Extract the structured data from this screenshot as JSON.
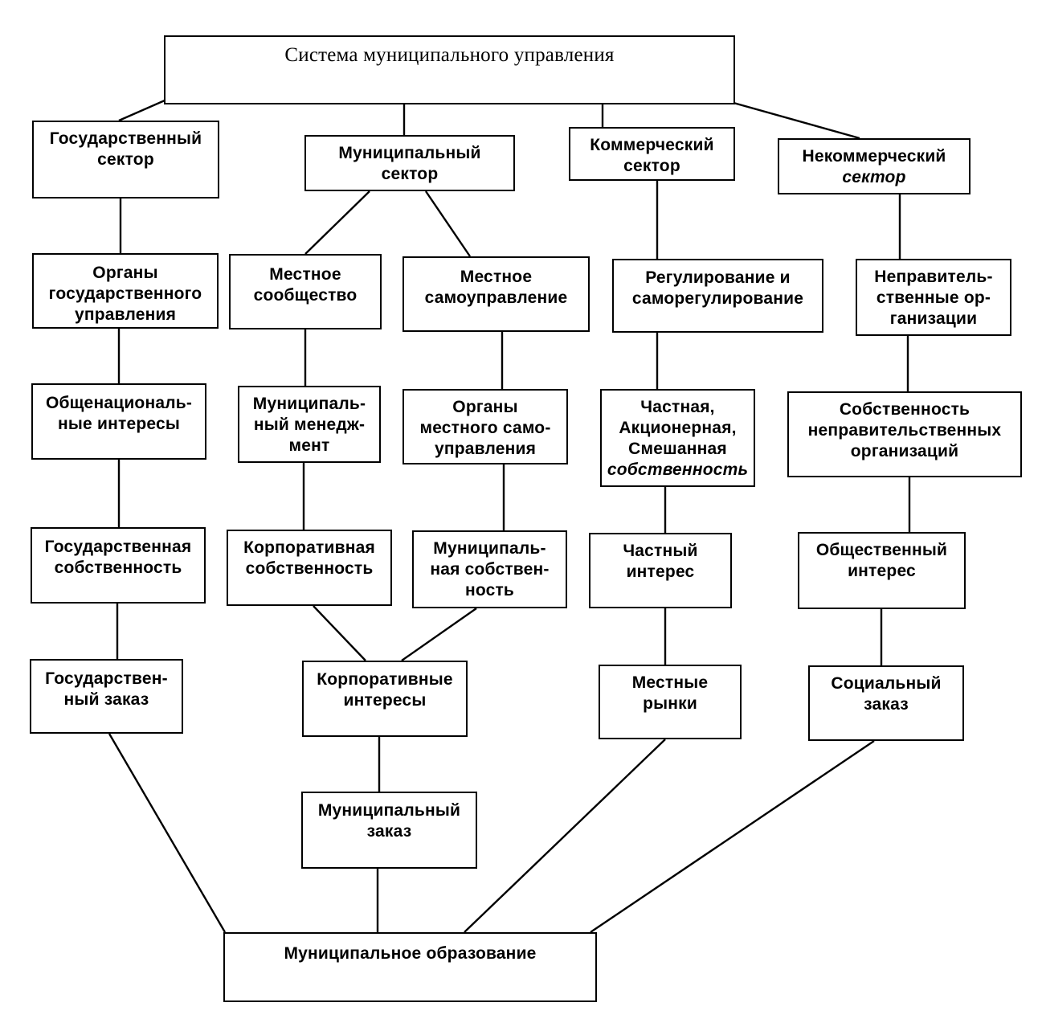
{
  "root": {
    "lines": [
      "Система муниципального управления"
    ]
  },
  "sectors": {
    "state": {
      "lines": [
        "Государственный",
        "сектор"
      ]
    },
    "municipal": {
      "lines": [
        "Муниципальный",
        "сектор"
      ]
    },
    "commercial": {
      "lines": [
        "Коммерческий",
        "сектор"
      ]
    },
    "noncommercial": {
      "lines": [
        "Некоммерческий",
        "сектор"
      ]
    }
  },
  "state_column": {
    "bodies": {
      "lines": [
        "Органы",
        "государственного",
        "управления"
      ]
    },
    "interests": {
      "lines": [
        "Общенациональ-",
        "ные интересы"
      ]
    },
    "property": {
      "lines": [
        "Государственная",
        "собственность"
      ]
    },
    "order": {
      "lines": [
        "Государствен-",
        "ный заказ"
      ]
    }
  },
  "municipal_column": {
    "community": {
      "lines": [
        "Местное",
        "сообщество"
      ]
    },
    "self_gov": {
      "lines": [
        "Местное",
        "самоуправление"
      ]
    },
    "management": {
      "lines": [
        "Муниципаль-",
        "ный менедж-",
        "мент"
      ]
    },
    "self_gov_bodies": {
      "lines": [
        "Органы",
        "местного само-",
        "управления"
      ]
    },
    "corp_property": {
      "lines": [
        "Корпоративная",
        "собственность"
      ]
    },
    "mun_property": {
      "lines": [
        "Муниципаль-",
        "ная собствен-",
        "ность"
      ]
    },
    "corp_interests": {
      "lines": [
        "Корпоративные",
        "интересы"
      ]
    },
    "mun_order": {
      "lines": [
        "Муниципальный",
        "заказ"
      ]
    }
  },
  "commercial_column": {
    "regulation": {
      "lines": [
        "Регулирование и",
        "саморегулирование"
      ]
    },
    "property": {
      "lines": [
        "Частная,",
        "Акционерная,",
        "Смешанная",
        "собственность"
      ]
    },
    "interest": {
      "lines": [
        "Частный",
        "интерес"
      ]
    },
    "markets": {
      "lines": [
        "Местные",
        "рынки"
      ]
    }
  },
  "noncommercial_column": {
    "ngos": {
      "lines": [
        "Неправитель-",
        "ственные ор-",
        "ганизации"
      ]
    },
    "property": {
      "lines": [
        "Собственность",
        "неправительственных",
        "организаций"
      ]
    },
    "interest": {
      "lines": [
        "Общественный",
        "интерес"
      ]
    },
    "order": {
      "lines": [
        "Социальный",
        "заказ"
      ]
    }
  },
  "bottom": {
    "lines": [
      "Муниципальное образование"
    ]
  }
}
